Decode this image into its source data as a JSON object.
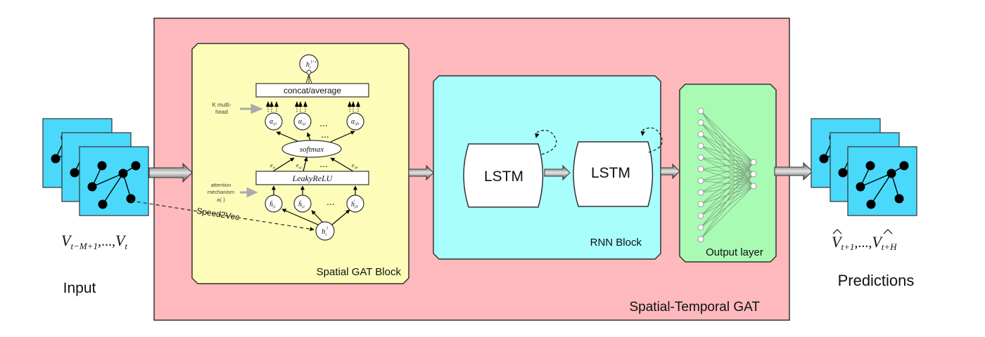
{
  "colors": {
    "main_block": "#fdb9bc",
    "gat_block": "#fefcb9",
    "rnn_block": "#a8fdfd",
    "output_block": "#a9fbb3",
    "graph_frame": "#4ad9fa",
    "outline": "#333333"
  },
  "input": {
    "title": "Input",
    "formula": {
      "base": "V",
      "first_sub": "t−M+1",
      "sep": ",...,",
      "last_sub": "t"
    }
  },
  "predictions": {
    "title": "Predictions",
    "formula": {
      "base": "V",
      "hat": "^",
      "first_sub": "t+1",
      "sep": ",...,",
      "last_sub": "t+H"
    }
  },
  "main_block": {
    "label": "Spatial-Temporal GAT"
  },
  "gat_block": {
    "label": "Spatial GAT Block",
    "concat_label": "concat/average",
    "softmax_label": "softmax",
    "leaky_label": "LeakyReLU",
    "multihead_label_1": "K multi-",
    "multihead_label_2": "head",
    "attention_label_1": "attention",
    "attention_label_2": "mechanism",
    "attention_label_3": "a(·)",
    "speed2vec_label": "Speed2Vec",
    "ellipsis": "...",
    "output_node": {
      "base": "h",
      "sub": "i",
      "sup": "l+1"
    },
    "alpha_nodes": [
      {
        "base": "α",
        "sub": "ij1"
      },
      {
        "base": "α",
        "sub": "ij2"
      },
      {
        "base": "α",
        "sub": "ijN"
      }
    ],
    "edge_labels": [
      {
        "base": "e",
        "sub": "ij1"
      },
      {
        "base": "e",
        "sub": "ij2"
      },
      {
        "base": "e",
        "sub": "ijN"
      }
    ],
    "neighbor_nodes": [
      {
        "base": "h",
        "sub": "j1",
        "sup": "l"
      },
      {
        "base": "h",
        "sub": "j2",
        "sup": "l"
      },
      {
        "base": "h",
        "sub": "jN",
        "sup": "l"
      }
    ],
    "center_node": {
      "base": "h",
      "sub": "i",
      "sup": "l"
    }
  },
  "rnn_block": {
    "label": "RNN Block",
    "cells": [
      "LSTM",
      "LSTM"
    ]
  },
  "output_block": {
    "label": "Output layer",
    "input_neurons": 12,
    "output_neurons": 3
  }
}
